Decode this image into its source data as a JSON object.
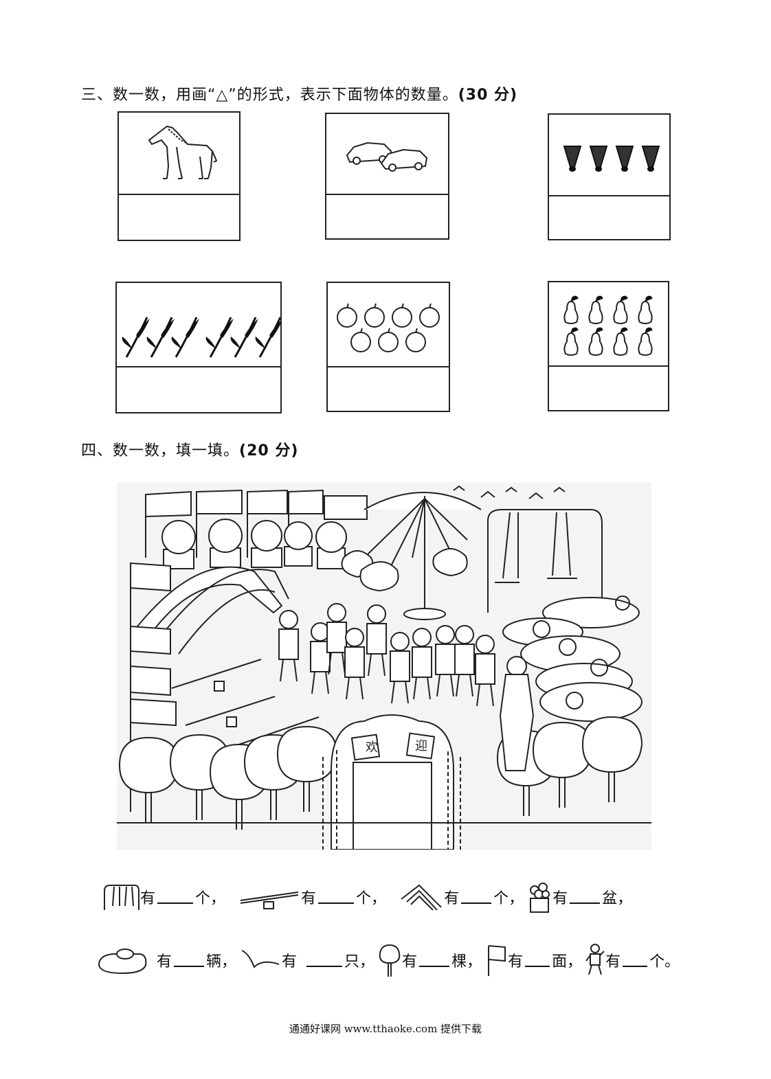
{
  "section3": {
    "heading": "三、数一数，用画“△”的形式，表示下面物体的数量。",
    "points": "(30 分)",
    "boxes": [
      {
        "icon": "horse-icon",
        "count": 1
      },
      {
        "icon": "car-icon",
        "count": 2
      },
      {
        "icon": "shuttlecock-icon",
        "count": 4
      },
      {
        "icon": "wheat-icon",
        "count": 6
      },
      {
        "icon": "apple-icon",
        "count": 7
      },
      {
        "icon": "pear-icon",
        "count": 8
      }
    ]
  },
  "section4": {
    "heading": "四、数一数，填一填。",
    "points": "(20 分)",
    "scene_sign": [
      "欢",
      "迎"
    ],
    "row1": [
      {
        "icon": "swing-icon",
        "you": "有",
        "unit": "个，"
      },
      {
        "icon": "seesaw-icon",
        "you": "有",
        "unit": "个，"
      },
      {
        "icon": "slide-icon",
        "you": "有",
        "unit": "个，"
      },
      {
        "icon": "flowerpot-icon",
        "you": "有",
        "unit": "盆，"
      }
    ],
    "row2": [
      {
        "icon": "bumper-car-icon",
        "you": "有",
        "unit": "辆，"
      },
      {
        "icon": "bird-icon",
        "you": "有",
        "unit": "只，"
      },
      {
        "icon": "tree-icon",
        "you": "有",
        "unit": "棵，"
      },
      {
        "icon": "flag-icon",
        "you": "有",
        "unit": "面，"
      },
      {
        "icon": "child-icon",
        "you": "有",
        "unit": "个。"
      }
    ]
  },
  "footer": "通通好课网  www.tthaoke.com  提供下载"
}
